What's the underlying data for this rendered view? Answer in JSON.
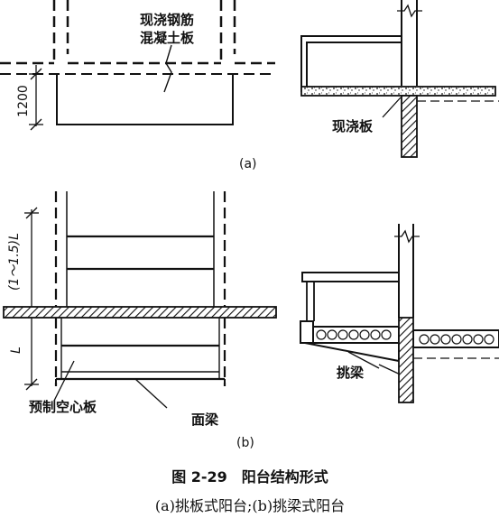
{
  "panel_a": {
    "slab_label_line1": "现浇钢筋",
    "slab_label_line2": "混凝土板",
    "dimension": "1200",
    "section_label": "现浇板",
    "tag": "(a)"
  },
  "panel_b": {
    "dim_upper": "(1～1.5)L",
    "dim_lower": "L",
    "hollow_slab_label": "预制空心板",
    "face_beam_label": "面梁",
    "cantilever_beam_label": "挑梁",
    "tag": "(b)"
  },
  "caption": {
    "title": "图 2-29　阳台结构形式",
    "subtitle": "(a)挑板式阳台;(b)挑梁式阳台"
  }
}
